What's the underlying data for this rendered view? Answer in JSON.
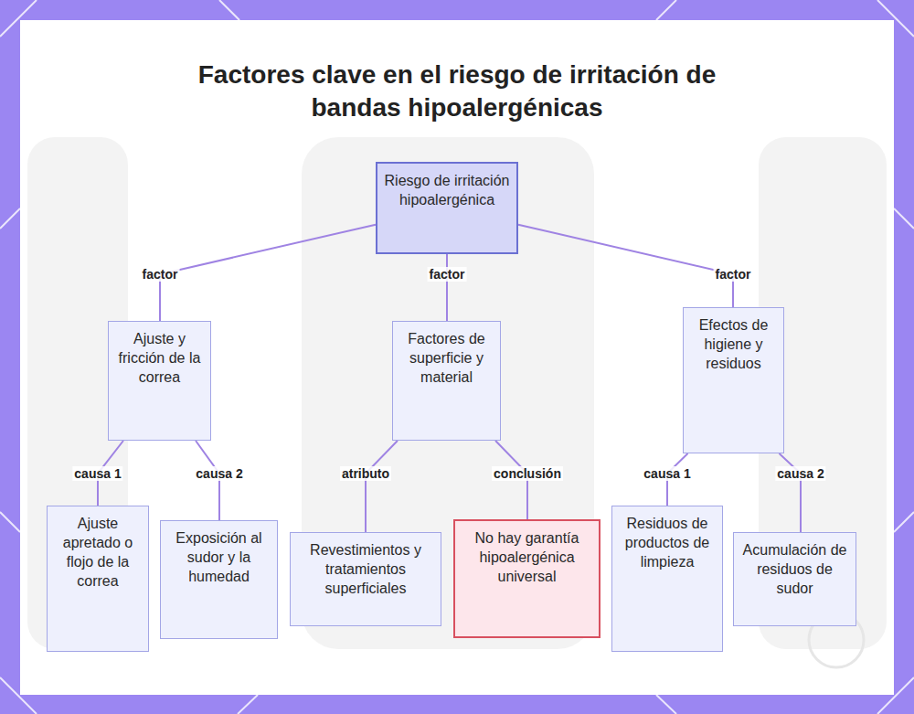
{
  "diagram": {
    "title": "Factores clave en el riesgo de irritación de bandas hipoalergénicas",
    "nodes": [
      {
        "text": [
          "Riesgo de irritación hipoalergénica"
        ]
      },
      {
        "text": [
          "Ajuste y fricción de la correa"
        ]
      },
      {
        "text": [
          "Factores de superficie y material"
        ]
      },
      {
        "text": [
          "Efectos de higiene y residuos"
        ]
      },
      {
        "text": [
          "Ajuste apretado o flojo de la correa"
        ]
      },
      {
        "text": [
          "Exposición al sudor y la humedad"
        ]
      },
      {
        "text": [
          "Revestimientos y tratamientos superficiales"
        ]
      },
      {
        "text": [
          "No hay garantía hipoalergénica universal"
        ]
      },
      {
        "text": [
          "Residuos de productos de limpieza"
        ]
      },
      {
        "text": [
          "Acumulación de residuos de sudor"
        ]
      }
    ],
    "edges": [
      {
        "from": 0,
        "to": 1,
        "label": "factor",
        "arrow": "none"
      },
      {
        "from": 0,
        "to": 2,
        "label": "factor",
        "arrow": "none"
      },
      {
        "from": 0,
        "to": 3,
        "label": "factor",
        "arrow": "none"
      },
      {
        "from": 1,
        "to": 4,
        "label": "causa 1",
        "arrow": "none"
      },
      {
        "from": 1,
        "to": 5,
        "label": "causa 2",
        "arrow": "none"
      },
      {
        "from": 2,
        "to": 6,
        "label": "atributo",
        "arrow": "none"
      },
      {
        "from": 2,
        "to": 7,
        "label": "conclusión",
        "arrow": "none"
      },
      {
        "from": 3,
        "to": 8,
        "label": "causa 1",
        "arrow": "none"
      },
      {
        "from": 3,
        "to": 9,
        "label": "causa 2",
        "arrow": "none"
      }
    ]
  }
}
